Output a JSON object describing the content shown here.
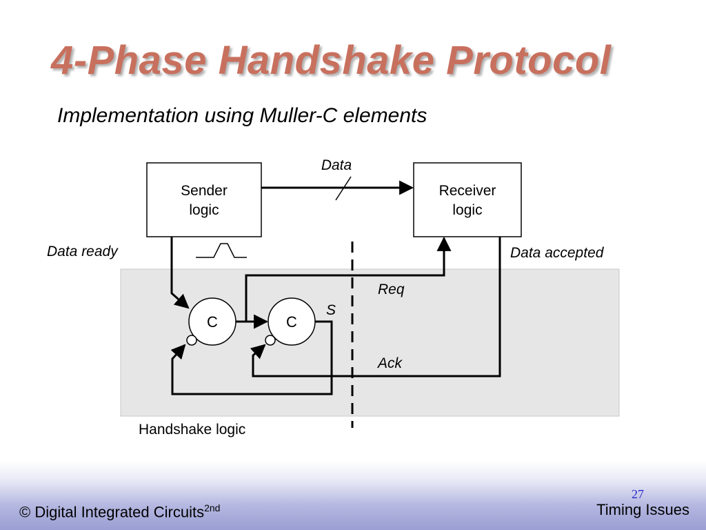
{
  "title": "4-Phase Handshake Protocol",
  "subtitle": "Implementation using Muller-C elements",
  "diagram": {
    "sender_label_line1": "Sender",
    "sender_label_line2": "logic",
    "receiver_label_line1": "Receiver",
    "receiver_label_line2": "logic",
    "data_label": "Data",
    "data_ready_label": "Data ready",
    "data_accepted_label": "Data accepted",
    "req_label": "Req",
    "ack_label": "Ack",
    "s_label": "S",
    "c1_label": "C",
    "c2_label": "C",
    "handshake_logic_label": "Handshake logic"
  },
  "footer": {
    "copyright": "© Digital Integrated Circuits",
    "edition": "2nd",
    "section": "Timing Issues",
    "page_number": "27"
  },
  "colors": {
    "title": "#c8705e",
    "page_number": "#2a2ac8",
    "shaded_region": "#e6e6e6",
    "footer_gradient_end": "#9a9ed3"
  }
}
